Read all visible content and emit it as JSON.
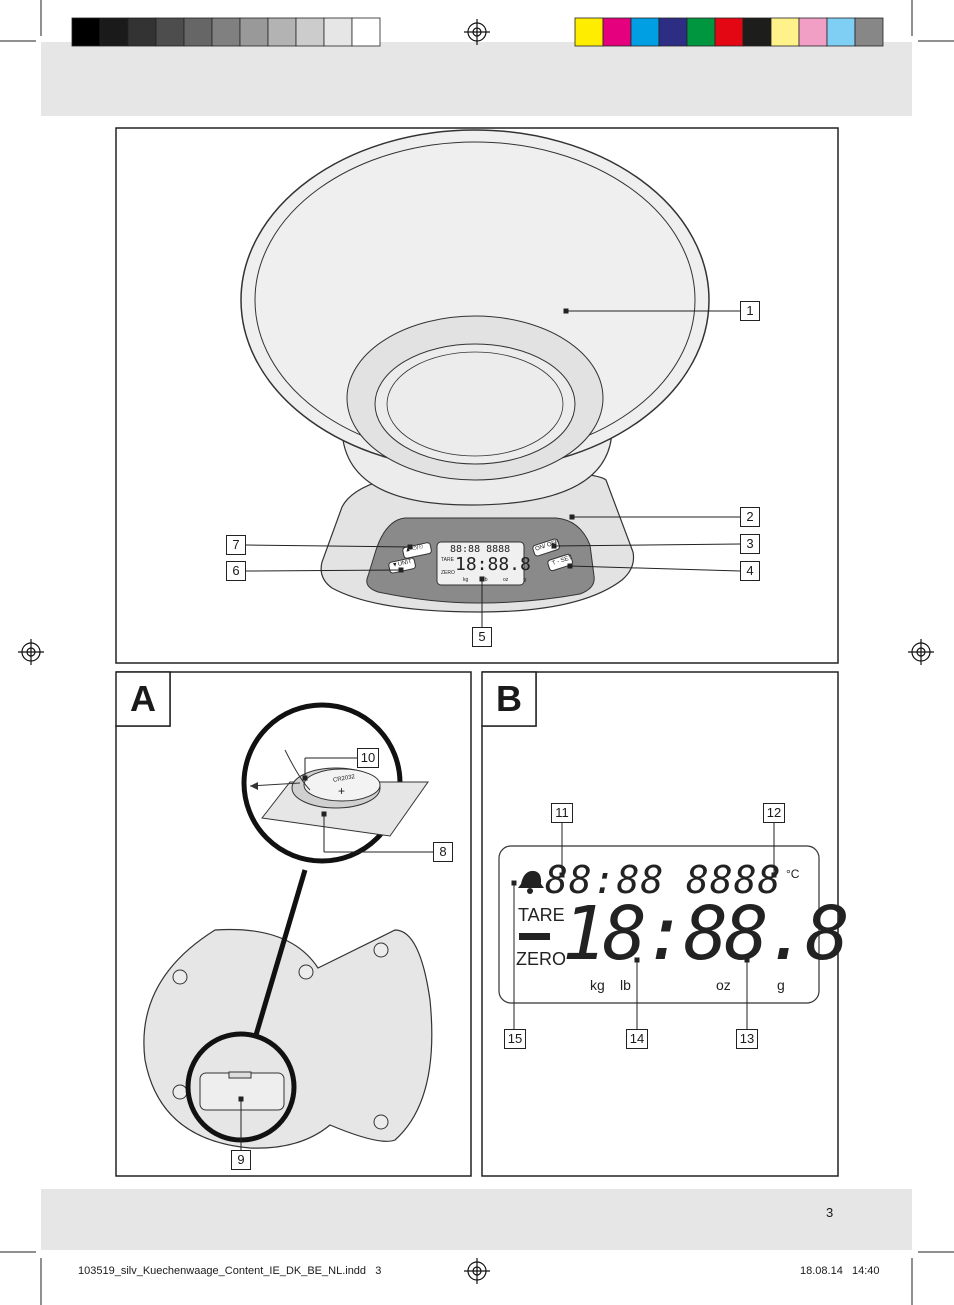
{
  "colors": {
    "gray_swatches": [
      "#000000",
      "#1a1a1a",
      "#333333",
      "#4d4d4d",
      "#666666",
      "#808080",
      "#999999",
      "#b3b3b3",
      "#cccccc",
      "#e6e6e6",
      "#ffffff"
    ],
    "color_swatches": [
      "#ffed00",
      "#e5007e",
      "#009fe3",
      "#2d2e83",
      "#009640",
      "#e30613",
      "#1d1d1b",
      "#fff28a",
      "#f29fc5",
      "#7fcff5",
      "#878787"
    ],
    "band": "#e6e6e6",
    "panel_gray": "#8a8a8a"
  },
  "figure_main": {
    "callouts": [
      "1",
      "2",
      "3",
      "4",
      "5",
      "6",
      "7"
    ],
    "buttons": {
      "timer": "▲ ⏱/⏲",
      "unit": "▼UNIT",
      "onoff": "ON/ OFF",
      "tset": "T - SET"
    },
    "mini_lcd": {
      "digits_top": "88:88 8888",
      "digits_main": "18:88.8",
      "tare": "TARE",
      "zero": "ZERO",
      "units": "kg lb oz g"
    }
  },
  "panel_a": {
    "letter": "A",
    "callouts": [
      "10",
      "8",
      "9"
    ],
    "battery_label": "CR2032",
    "battery_sign": "+"
  },
  "panel_b": {
    "letter": "B",
    "callouts_top": [
      "11",
      "12"
    ],
    "callouts_bottom": [
      "15",
      "14",
      "13"
    ],
    "lcd": {
      "clock": "88:88",
      "temp": "8888",
      "deg": "°C",
      "tare": "TARE",
      "zero": "ZERO",
      "main": "18:88.8",
      "unit_kg": "kg",
      "unit_lb": "lb",
      "unit_oz": "oz",
      "unit_g": "g"
    }
  },
  "footer": {
    "page_number": "3",
    "file": "103519_silv_Kuechenwaage_Content_IE_DK_BE_NL.indd   3",
    "date": "18.08.14   14:40"
  }
}
